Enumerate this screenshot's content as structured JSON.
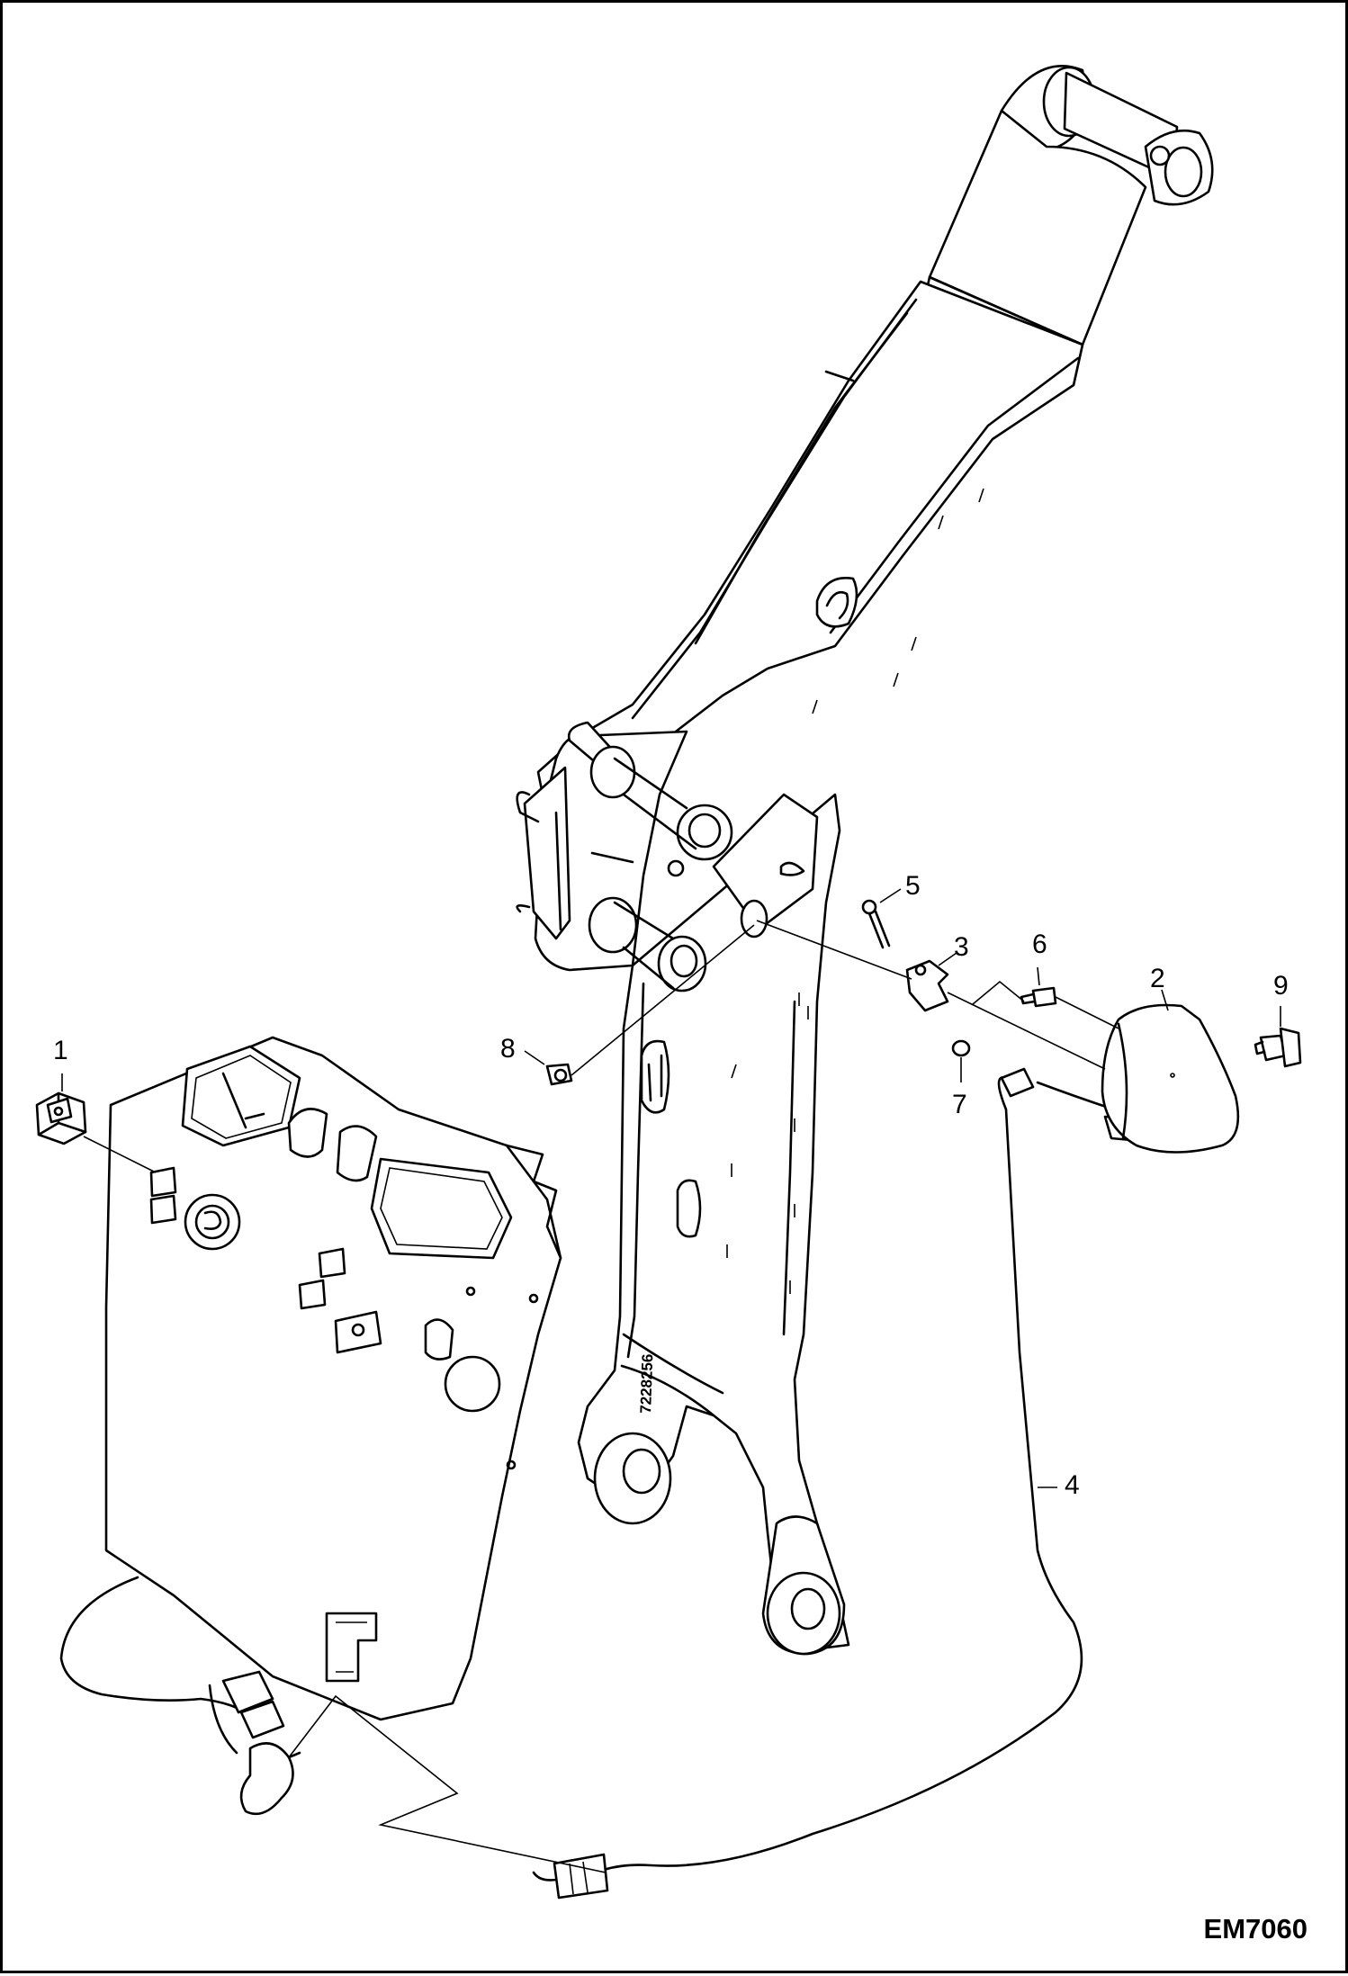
{
  "diagram_code": "EM7060",
  "callouts": [
    "1",
    "2",
    "3",
    "4",
    "5",
    "6",
    "7",
    "8",
    "9"
  ],
  "boom_stamp": "7228256",
  "colors": {
    "line": "#000000",
    "background": "#ffffff"
  }
}
